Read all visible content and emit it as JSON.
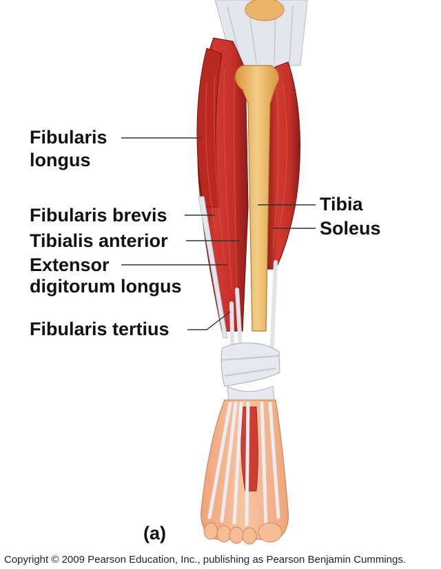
{
  "colors": {
    "muscle": "#c9302a",
    "muscle_dark": "#8f1c18",
    "tendon": "#dfe3ea",
    "bone": "#e8b868",
    "skin": "#f4b48c",
    "leader": "#333333"
  },
  "labels": {
    "fibularis_longus_1": "Fibularis",
    "fibularis_longus_2": "longus",
    "fibularis_brevis": "Fibularis brevis",
    "tibialis_anterior": "Tibialis anterior",
    "extensor_1": "Extensor",
    "extensor_2": "digitorum longus",
    "fibularis_tertius": "Fibularis tertius",
    "tibia": "Tibia",
    "soleus": "Soleus"
  },
  "panel_label": "(a)",
  "copyright": "Copyright © 2009 Pearson Education, Inc., publishing as Pearson Benjamin Cummings."
}
